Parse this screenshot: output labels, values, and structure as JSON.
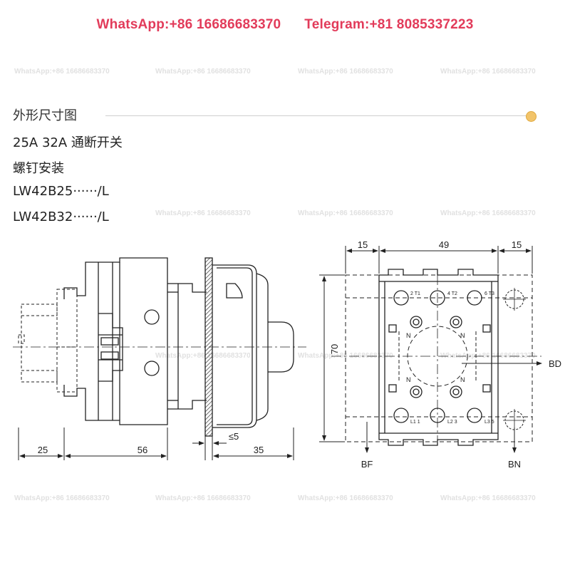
{
  "header": {
    "whatsapp": "WhatsApp:+86 16686683370",
    "telegram": "Telegram:+81 8085337223",
    "whatsapp_color": "#e23b5a",
    "telegram_color": "#e23b5a"
  },
  "watermark": "WhatsApp:+86 16686683370",
  "section_title": "外形尺寸图",
  "accent_color": "#f2c46a",
  "product": {
    "line1": "25A 32A 通断开关",
    "line2": "螺钉安装",
    "model1": "LW42B25······/L",
    "model2": "LW42B32······/L"
  },
  "dimensions": {
    "side": {
      "d25": "25",
      "d56": "56",
      "d5": "≤5",
      "d35": "35"
    },
    "front": {
      "left": "15",
      "mid": "49",
      "right": "15",
      "height": "70"
    }
  },
  "labels": {
    "bd": "BD",
    "bf": "BF",
    "bn": "BN"
  },
  "terminals": {
    "top": [
      "2 T1",
      "4 T2",
      "6 T3"
    ],
    "bottom": [
      "L1 1",
      "L2 3",
      "L3 5"
    ],
    "n": "N"
  }
}
